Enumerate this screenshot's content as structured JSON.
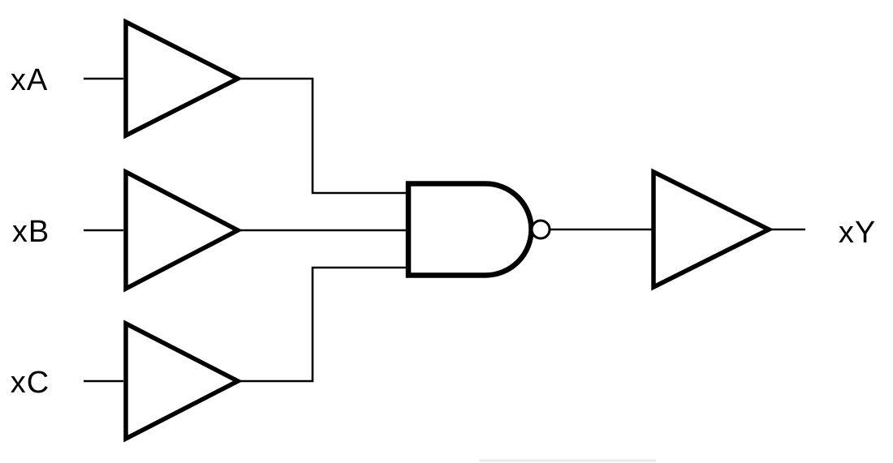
{
  "diagram": {
    "type": "logic-gate-schematic",
    "labels": {
      "input_a": "xA",
      "input_b": "xB",
      "input_c": "xC",
      "output": "xY"
    },
    "components": [
      {
        "id": "input-buffer-a",
        "kind": "buffer",
        "connected_label": "xA"
      },
      {
        "id": "input-buffer-b",
        "kind": "buffer",
        "connected_label": "xB"
      },
      {
        "id": "input-buffer-c",
        "kind": "buffer",
        "connected_label": "xC"
      },
      {
        "id": "nand-gate",
        "kind": "3-input NAND (AND shape with inversion bubble)"
      },
      {
        "id": "output-buffer",
        "kind": "buffer",
        "connected_label": "xY"
      }
    ],
    "colors": {
      "stroke": "#000000",
      "text": "#000000",
      "background": "#ffffff",
      "faint_rule": "#ebebeb"
    }
  }
}
